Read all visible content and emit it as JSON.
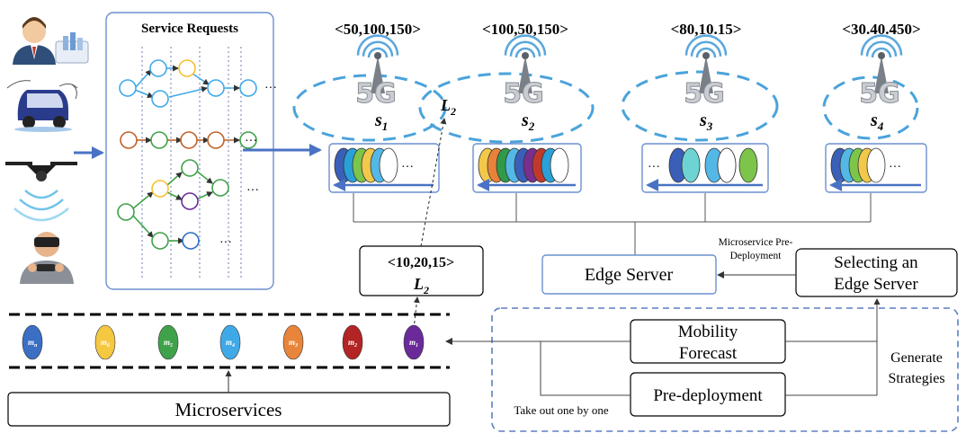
{
  "service_requests": {
    "title": "Service Requests",
    "row_ellipses": [
      "···",
      "···",
      "···",
      "···"
    ]
  },
  "users": [
    "person-with-tablet",
    "autonomous-vehicle",
    "drone",
    "vr-headset-user"
  ],
  "stations": [
    {
      "resources": "<50,100,150>",
      "label": "s",
      "sub": "1",
      "queue": [
        "#3a5fb8",
        "#2aa0d8",
        "#7cc54a",
        "#f2c84b",
        "#54b8e6"
      ]
    },
    {
      "resources": "<100,50,150>",
      "label": "s",
      "sub": "2",
      "queue": [
        "#f2c84b",
        "#e8823a",
        "#2e9a4a",
        "#54b8e6",
        "#3a5fb8",
        "#7a2f8f",
        "#c0392b",
        "#2aa0d8"
      ]
    },
    {
      "resources": "<80,10.15>",
      "label": "s",
      "sub": "3",
      "queue": [
        "#3a5fb8",
        "#6dd3d3",
        "#54b8e6",
        "#7a2f8f",
        "#7cc54a"
      ]
    },
    {
      "resources": "<30.40.450>",
      "label": "s",
      "sub": "4",
      "queue": [
        "#3a5fb8",
        "#54b8e6",
        "#7cc54a",
        "#f2c84b"
      ]
    }
  ],
  "station_icon_text": "5G",
  "overlap_label": {
    "label": "L",
    "sub": "2"
  },
  "edge_server": "Edge Server",
  "microservice_predeployment": [
    "Microservice Pre-",
    "Deployment"
  ],
  "selecting_edge_server": [
    "Selecting an",
    "Edge Server"
  ],
  "mobility_forecast": [
    "Mobility",
    "Forecast"
  ],
  "pre_deployment": "Pre-deployment",
  "generate_strategies": [
    "Generate",
    "Strategies"
  ],
  "take_out": "Take out one by one",
  "l2_box": {
    "resources": "<10,20,15>",
    "label": "L",
    "sub": "2"
  },
  "microservices_label": "Microservices",
  "microservice_tokens": [
    {
      "base": "m",
      "sub": "n",
      "color": "#3a6fc4"
    },
    {
      "base": "m",
      "sub": "6",
      "color": "#f5c842"
    },
    {
      "base": "m",
      "sub": "5",
      "color": "#3fa24a"
    },
    {
      "base": "m",
      "sub": "4",
      "color": "#3fa9e8"
    },
    {
      "base": "m",
      "sub": "3",
      "color": "#e8853a"
    },
    {
      "base": "m",
      "sub": "2",
      "color": "#b32424"
    },
    {
      "base": "m",
      "sub": "1",
      "color": "#6a2a9a"
    }
  ],
  "queue_ellipsis": "···"
}
